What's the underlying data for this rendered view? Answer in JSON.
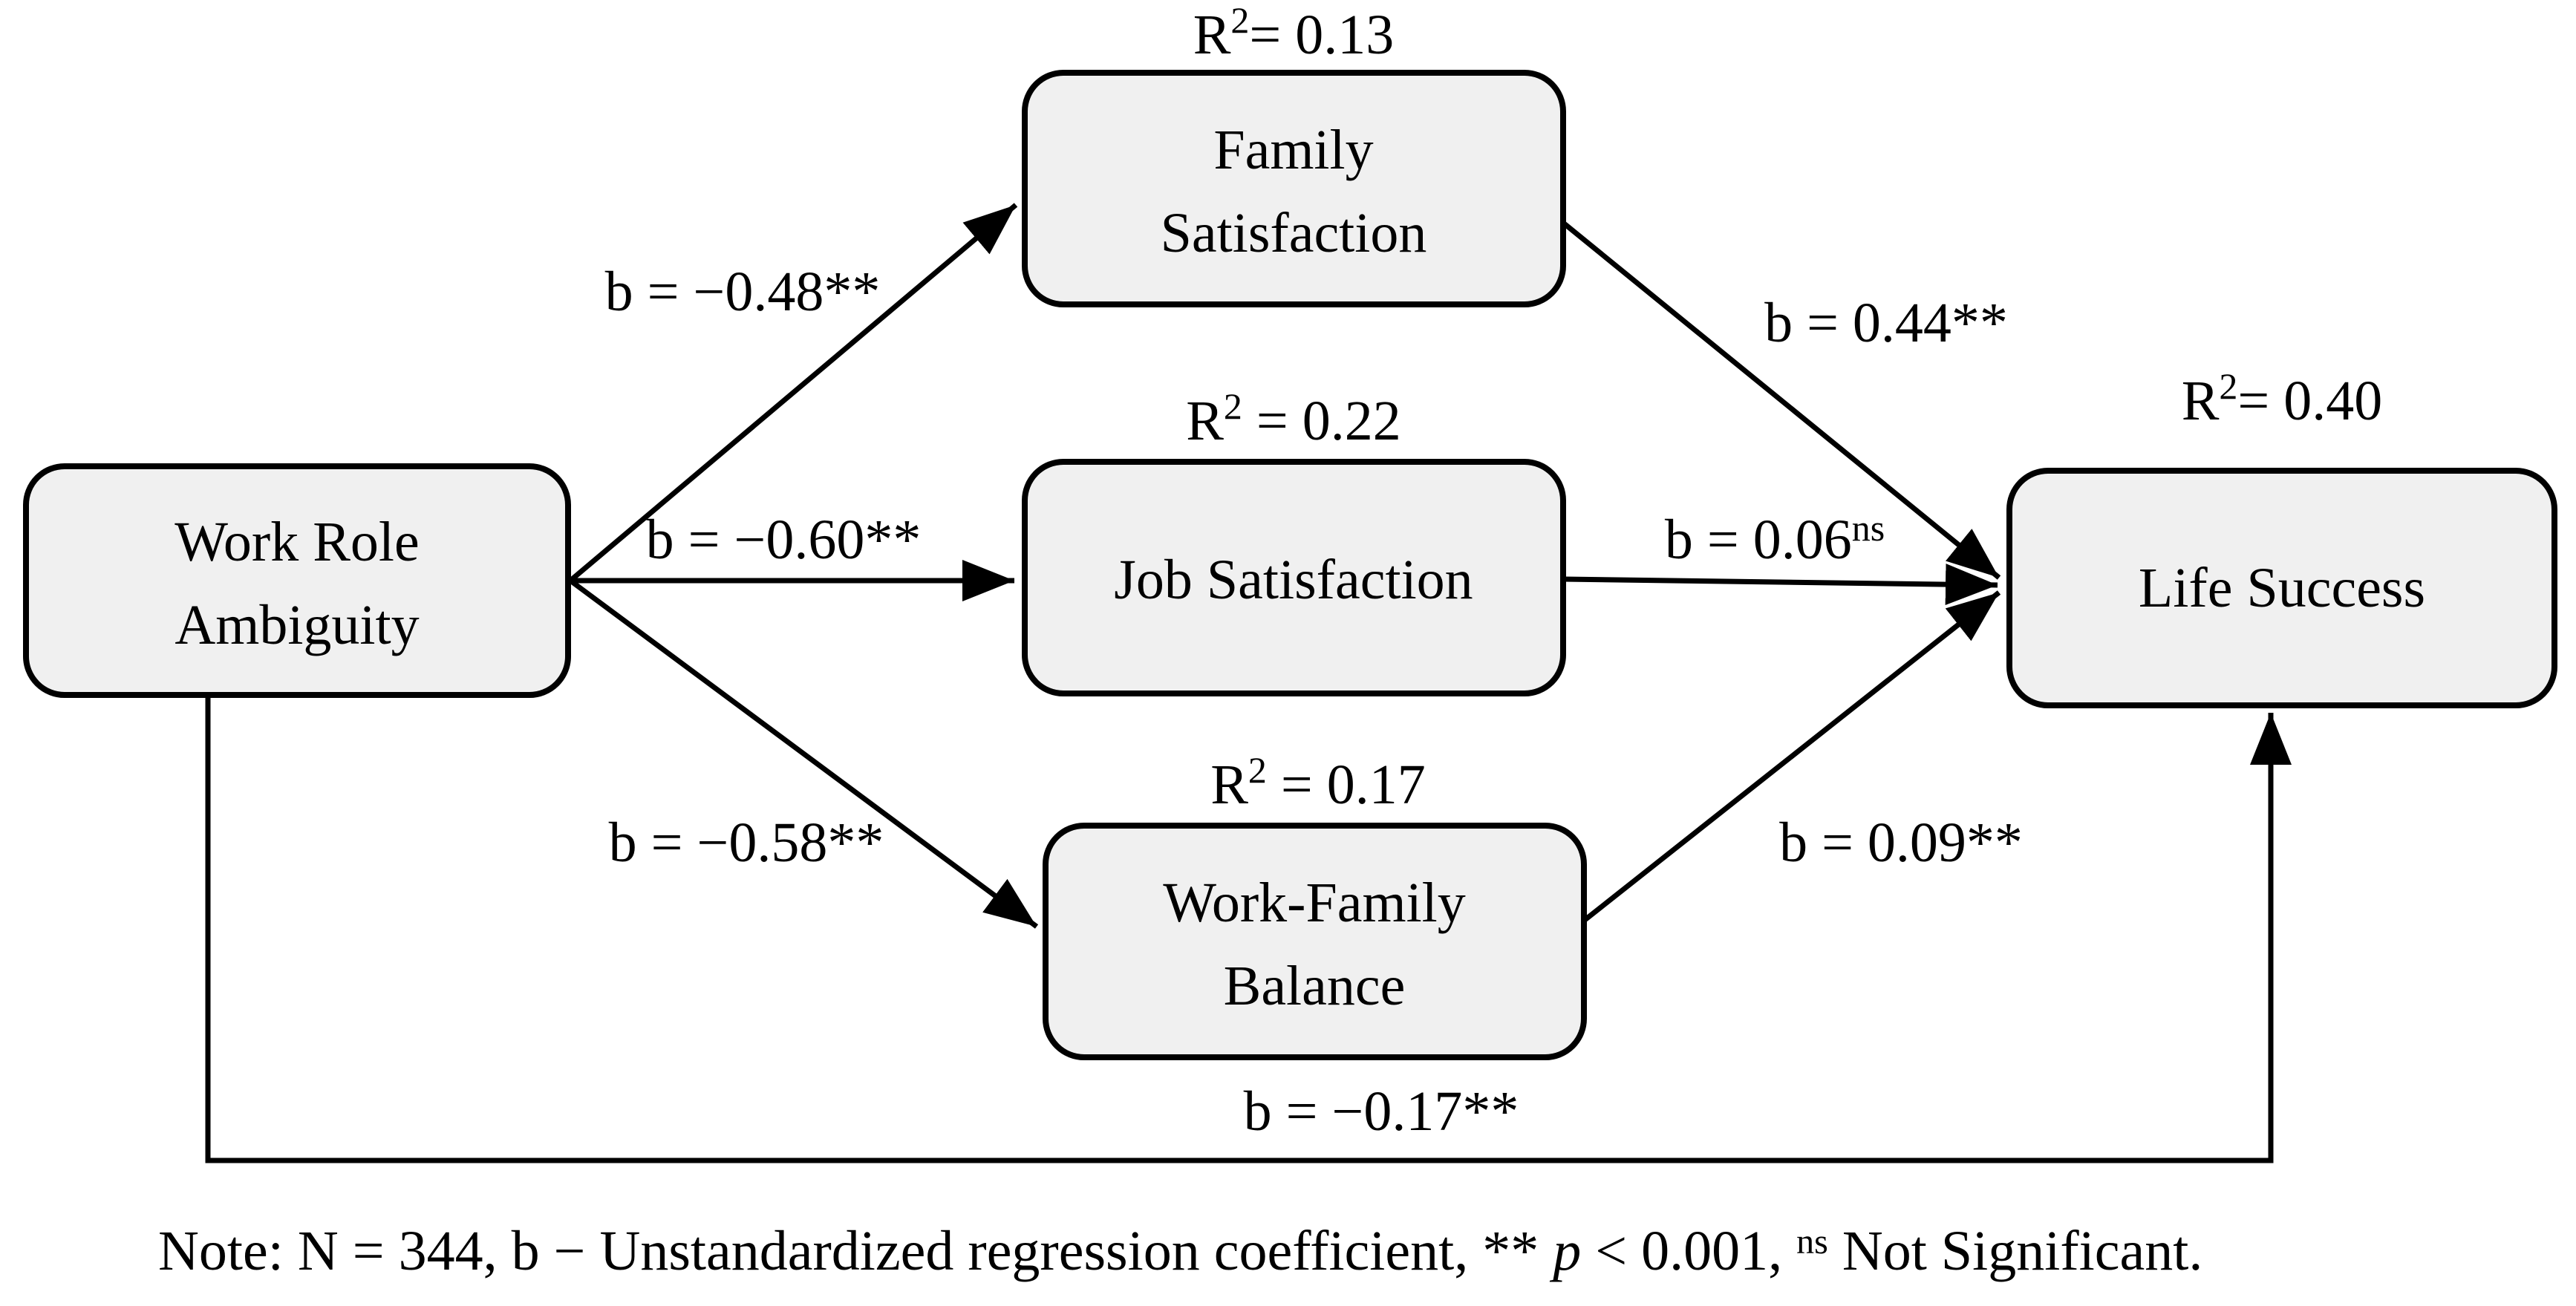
{
  "diagram": {
    "background": "#ffffff",
    "box_fill": "#f0f0f0",
    "box_stroke": "#000000",
    "line_color": "#000000",
    "text_color": "#000000",
    "boxes": {
      "work_role_ambiguity": {
        "line1": "Work Role",
        "line2": "Ambiguity"
      },
      "family_satisfaction": {
        "line1": "Family",
        "line2": "Satisfaction",
        "r2_base": "R",
        "r2_sup": "2",
        "r2_value": "= 0.13"
      },
      "job_satisfaction": {
        "line1": "Job Satisfaction",
        "r2_base": "R",
        "r2_sup": "2",
        "r2_value": " = 0.22"
      },
      "work_family_balance": {
        "line1": "Work-Family",
        "line2": "Balance",
        "r2_base": "R",
        "r2_sup": "2",
        "r2_value": " = 0.17"
      },
      "life_success": {
        "line1": "Life Success",
        "r2_base": "R",
        "r2_sup": "2",
        "r2_value": "= 0.40"
      }
    },
    "path_labels": {
      "wra_to_family": "b = −0.48**",
      "wra_to_job": "b = −0.60**",
      "wra_to_wfb": "b = −0.58**",
      "family_to_life": "b = 0.44**",
      "job_to_life_base": "b = 0.06",
      "job_to_life_sup": "ns",
      "wfb_to_life": "b = 0.09**",
      "wra_to_life_direct": "b = −0.17**"
    },
    "note": {
      "part1": "Note: N = 344, b − Unstandardized regression coefficient, ** ",
      "p_symbol": "p",
      "part2": " < 0.001, ",
      "sup": "ns",
      "part3": " Not Significant."
    }
  }
}
